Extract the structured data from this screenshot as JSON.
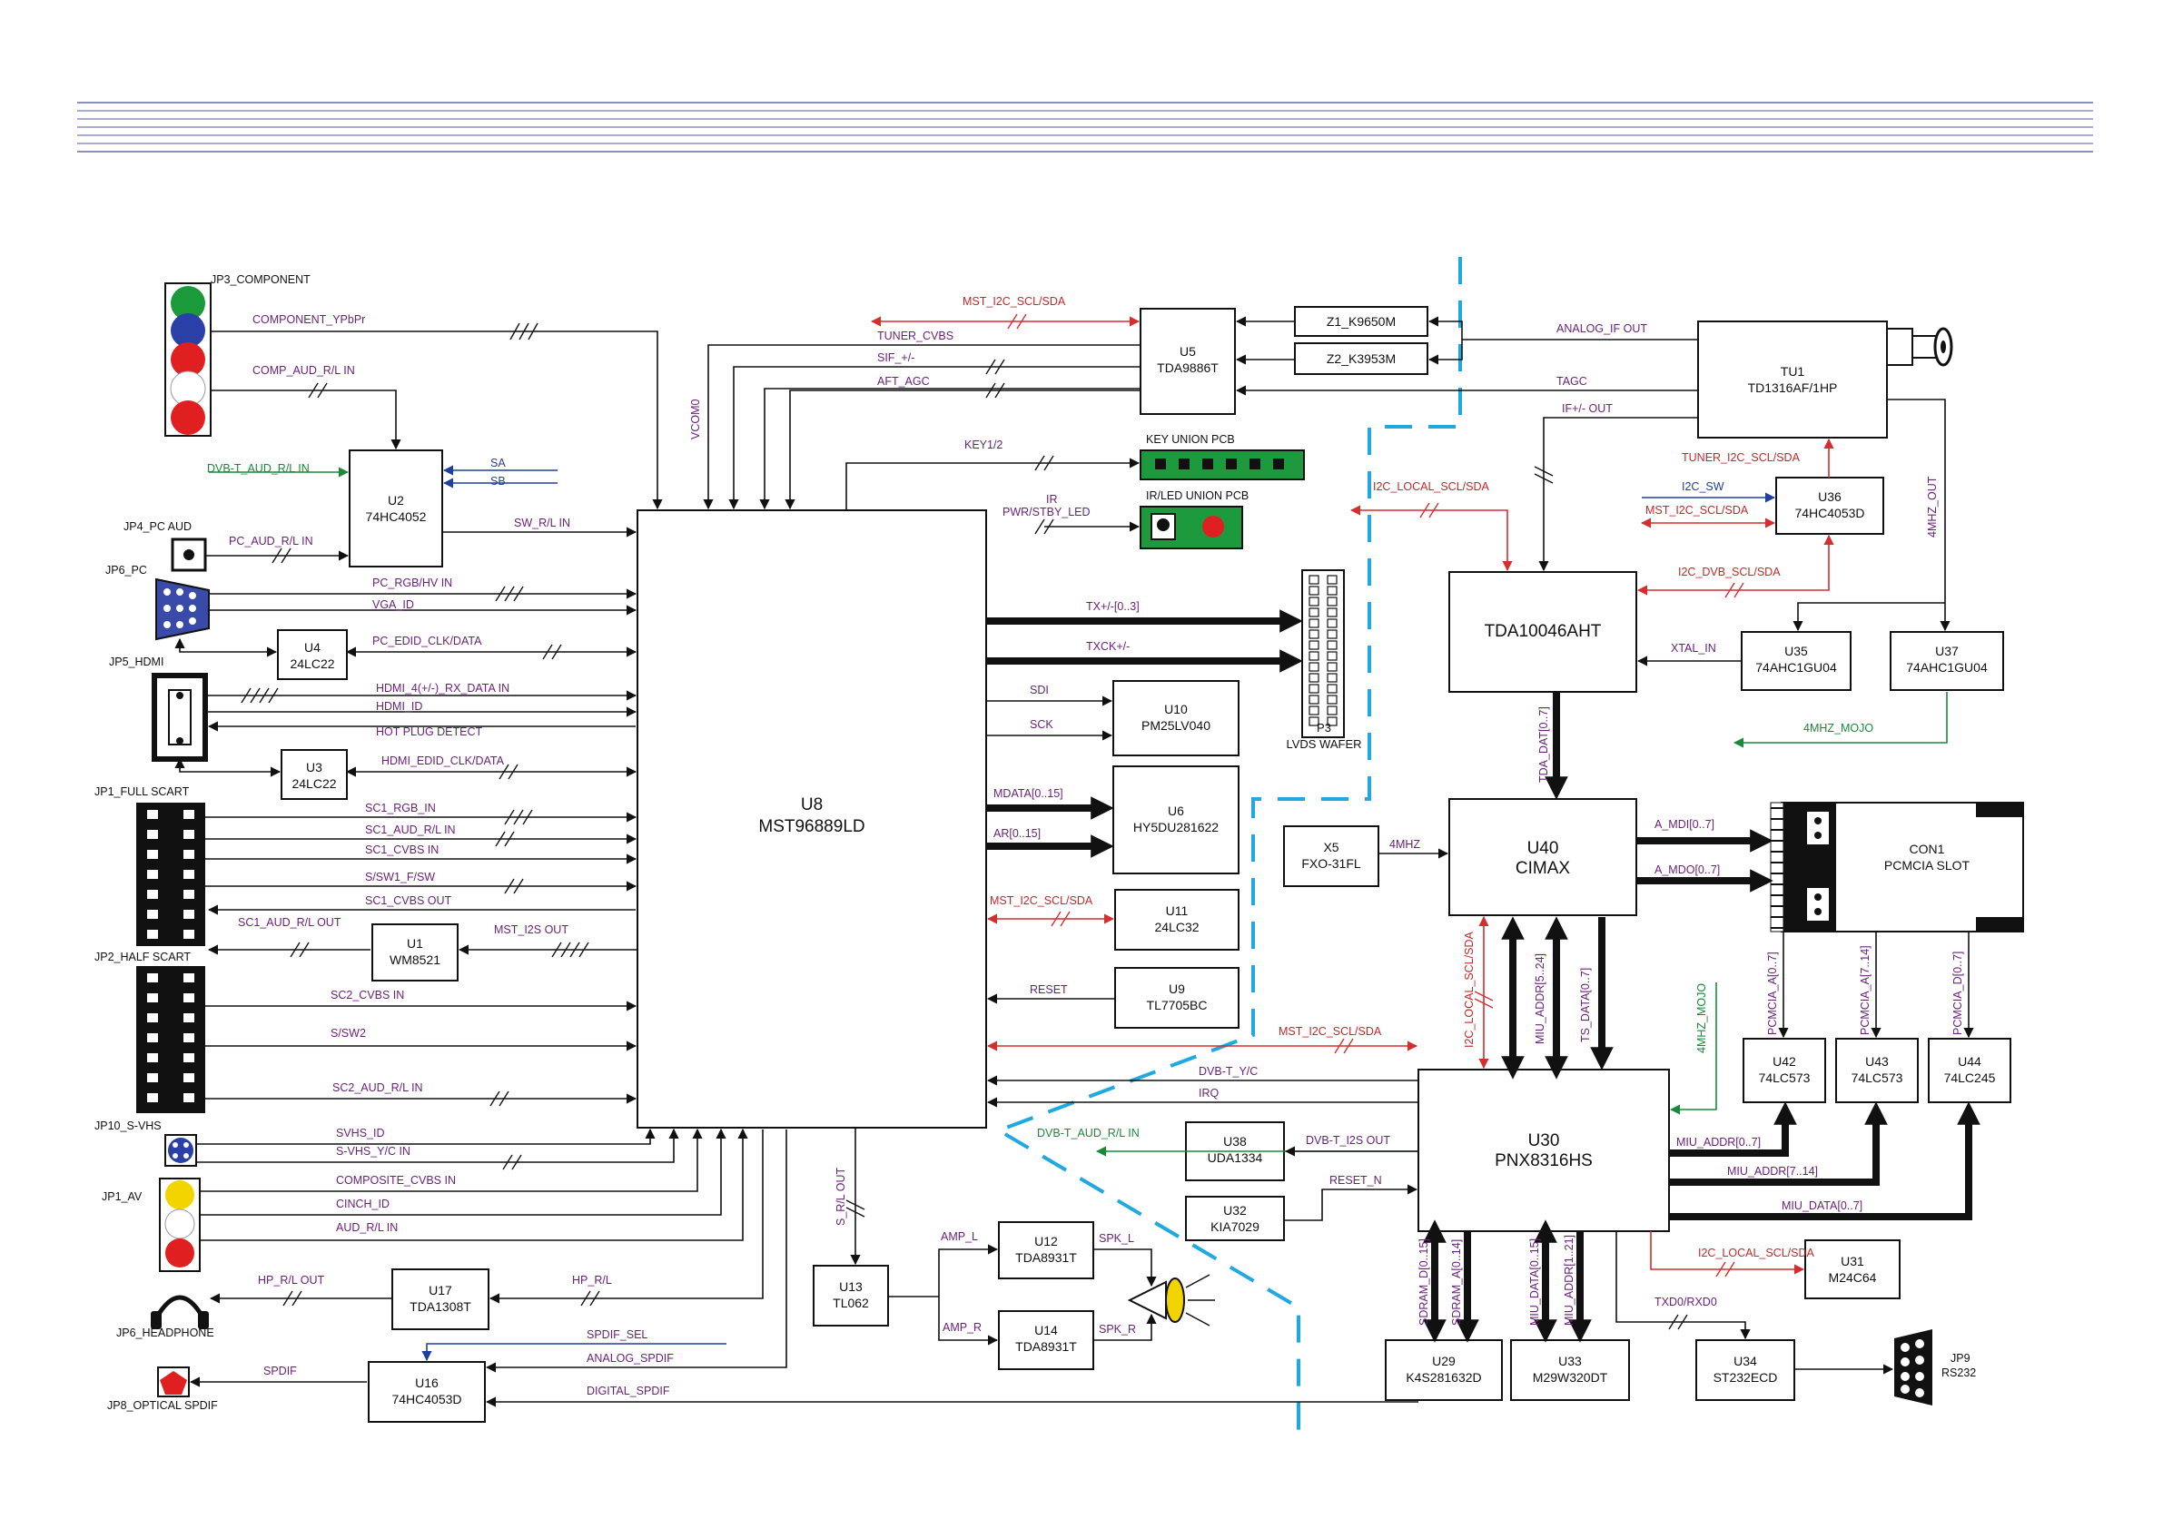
{
  "colors": {
    "wire": "#111111",
    "i2c": "#d32f2f",
    "dvb": "#1a8a3a",
    "ctrl": "#1f3f9f",
    "label": "#6a1f7a",
    "divider": "#1fa9e0",
    "pcb": "#1e9a3e",
    "header_lines": "#8d8fc0"
  },
  "blocks": {
    "u8": {
      "ref": "U8",
      "part": "MST96889LD"
    },
    "u2": {
      "ref": "U2",
      "part": "74HC4052"
    },
    "u4": {
      "ref": "U4",
      "part": "24LC22"
    },
    "u3": {
      "ref": "U3",
      "part": "24LC22"
    },
    "u1": {
      "ref": "U1",
      "part": "WM8521"
    },
    "u5": {
      "ref": "U5",
      "part": "TDA9886T"
    },
    "z1": {
      "ref": "Z1_K9650M"
    },
    "z2": {
      "ref": "Z2_K3953M"
    },
    "tu1": {
      "ref": "TU1",
      "part": "TD1316AF/1HP"
    },
    "u36": {
      "ref": "U36",
      "part": "74HC4053D"
    },
    "tda10046": {
      "ref": "TDA10046AHT"
    },
    "u35": {
      "ref": "U35",
      "part": "74AHC1GU04"
    },
    "u37": {
      "ref": "U37",
      "part": "74AHC1GU04"
    },
    "u10": {
      "ref": "U10",
      "part": "PM25LV040"
    },
    "u6": {
      "ref": "U6",
      "part": "HY5DU281622"
    },
    "u11": {
      "ref": "U11",
      "part": "24LC32"
    },
    "u9": {
      "ref": "U9",
      "part": "TL7705BC"
    },
    "x5": {
      "ref": "X5",
      "part": "FXO-31FL"
    },
    "u40": {
      "ref": "U40",
      "part": "CIMAX"
    },
    "con1": {
      "ref": "CON1",
      "part": "PCMCIA SLOT"
    },
    "u42": {
      "ref": "U42",
      "part": "74LC573"
    },
    "u43": {
      "ref": "U43",
      "part": "74LC573"
    },
    "u44": {
      "ref": "U44",
      "part": "74LC245"
    },
    "u30": {
      "ref": "U30",
      "part": "PNX8316HS"
    },
    "u38": {
      "ref": "U38",
      "part": "UDA1334"
    },
    "u32": {
      "ref": "U32",
      "part": "KIA7029"
    },
    "u31": {
      "ref": "U31",
      "part": "M24C64"
    },
    "u29": {
      "ref": "U29",
      "part": "K4S281632D"
    },
    "u33": {
      "ref": "U33",
      "part": "M29W320DT"
    },
    "u34": {
      "ref": "U34",
      "part": "ST232ECD"
    },
    "u13": {
      "ref": "U13",
      "part": "TL062"
    },
    "u12": {
      "ref": "U12",
      "part": "TDA8931T"
    },
    "u14": {
      "ref": "U14",
      "part": "TDA8931T"
    },
    "u17": {
      "ref": "U17",
      "part": "TDA1308T"
    },
    "u16": {
      "ref": "U16",
      "part": "74HC4053D"
    }
  },
  "connectors": {
    "jp3": "JP3_COMPONENT",
    "jp4": "JP4_PC AUD",
    "jp6pc": "JP6_PC",
    "jp5": "JP5_HDMI",
    "jp1full": "JP1_FULL SCART",
    "jp2": "JP2_HALF SCART",
    "jp10": "JP10_S-VHS",
    "jp1av": "JP1_AV",
    "jp6hp": "JP6_HEADPHONE",
    "jp8": "JP8_OPTICAL SPDIF",
    "key_pcb": "KEY UNION PCB",
    "irled_pcb": "IR/LED UNION PCB",
    "p3": "P3",
    "p3_sub": "LVDS WAFER",
    "jp9": "JP9",
    "jp9_sub": "RS232"
  },
  "signals": {
    "component_ypbpr": "COMPONENT_YPbPr",
    "comp_aud": "COMP_AUD_R/L IN",
    "dvbt_aud_in": "DVB-T_AUD_R/L IN",
    "sa": "SA",
    "sb": "SB",
    "pc_aud": "PC_AUD_R/L IN",
    "sw_rl_in": "SW_R/L IN",
    "pc_rgb": "PC_RGB/HV IN",
    "vga_id": "VGA_ID",
    "pc_edid": "PC_EDID_CLK/DATA",
    "hdmi_rx": "HDMI_4(+/-)_RX_DATA IN",
    "hdmi_id": "HDMI_ID",
    "hot_plug": "HOT PLUG DETECT",
    "hdmi_edid": "HDMI_EDID_CLK/DATA",
    "sc1_rgb": "SC1_RGB_IN",
    "sc1_aud": "SC1_AUD_R/L IN",
    "sc1_cvbs_in": "SC1_CVBS IN",
    "ssw1": "S/SW1_F/SW",
    "sc1_cvbs_out": "SC1_CVBS OUT",
    "sc1_aud_out": "SC1_AUD_R/L OUT",
    "mst_i2s_out": "MST_I2S OUT",
    "sc2_cvbs": "SC2_CVBS IN",
    "ssw2": "S/SW2",
    "sc2_aud": "SC2_AUD_R/L IN",
    "svhs_id": "SVHS_ID",
    "svhs_yc": "S-VHS_Y/C IN",
    "composite": "COMPOSITE_CVBS IN",
    "cinch_id": "CINCH_ID",
    "aud_rl": "AUD_R/L IN",
    "hp_rl_out": "HP_R/L OUT",
    "hp_rl": "HP_R/L",
    "spdif_sel": "SPDIF_SEL",
    "analog_spdif": "ANALOG_SPDIF",
    "spdif": "SPDIF",
    "digital_spdif": "DIGITAL_SPDIF",
    "vcom0": "VCOM0",
    "mst_i2c_top": "MST_I2C_SCL/SDA",
    "tuner_cvbs": "TUNER_CVBS",
    "sif": "SIF_+/-",
    "aft_agc": "AFT_AGC",
    "analog_if": "ANALOG_IF OUT",
    "tagc": "TAGC",
    "if_out": "IF+/- OUT",
    "key12": "KEY1/2",
    "ir": "IR",
    "pwr_led": "PWR/STBY_LED",
    "tx": "TX+/-[0..3]",
    "txck": "TXCK+/-",
    "sdi": "SDI",
    "sck": "SCK",
    "mdata": "MDATA[0..15]",
    "ar": "AR[0..15]",
    "mst_i2c_mid": "MST_I2C_SCL/SDA",
    "reset": "RESET",
    "tuner_i2c": "TUNER_I2C_SCL/SDA",
    "i2c_sw": "I2C_SW",
    "mst_i2c_u36": "MST_I2C_SCL/SDA",
    "i2c_dvb": "I2C_DVB_SCL/SDA",
    "i2c_local_top": "I2C_LOCAL_SCL/SDA",
    "mhz4_out": "4MHZ_OUT",
    "xtal_in": "XTAL_IN",
    "mhz4_mojo": "4MHZ_MOJO",
    "tda_dat": "TDA_DAT[0..7]",
    "mhz4": "4MHZ",
    "a_mdi": "A_MDI[0..7]",
    "a_mdo": "A_MDO[0..7]",
    "pcmcia_a07": "PCMCIA_A[0..7]",
    "pcmcia_a714": "PCMCIA_A[7..14]",
    "pcmcia_d": "PCMCIA_D[0..7]",
    "i2c_local_mid": "I2C_LOCAL_SCL/SDA",
    "miu_addr524": "MIU_ADDR[5..24]",
    "ts_data": "TS_DATA[0..7]",
    "mhz4_mojo2": "4MHZ_MOJO",
    "mst_i2c_low": "MST_I2C_SCL/SDA",
    "dvbt_yc": "DVB-T_Y/C",
    "irq": "IRQ",
    "dvbt_aud_out": "DVB-T_AUD_R/L IN",
    "dvbt_i2s": "DVB-T_I2S OUT",
    "reset_n": "RESET_N",
    "miu_addr07": "MIU_ADDR[0..7]",
    "miu_addr714": "MIU_ADDR[7..14]",
    "miu_data07": "MIU_DATA[0..7]",
    "i2c_local_low": "I2C_LOCAL_SCL/SDA",
    "sdram_d": "SDRAM_D[0..15]",
    "sdram_a": "SDRAM_A[0..14]",
    "miu_data015": "MIU_DATA[0..15]",
    "miu_addr121": "MIU_ADDR[1..21]",
    "txd_rxd": "TXD0/RXD0",
    "s_rl_out": "S_R/L OUT",
    "amp_l": "AMP_L",
    "amp_r": "AMP_R",
    "spk_l": "SPK_L",
    "spk_r": "SPK_R"
  }
}
